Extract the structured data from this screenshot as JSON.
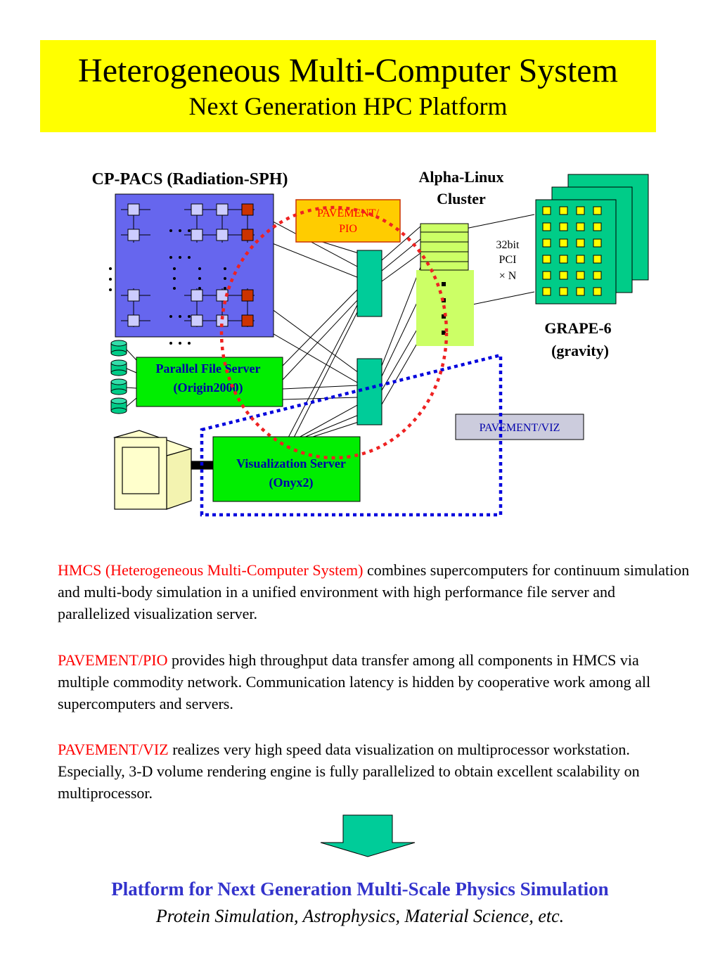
{
  "header": {
    "title": "Heterogeneous Multi-Computer System",
    "subtitle": "Next Generation HPC Platform"
  },
  "diagram": {
    "cppacs_label": "CP-PACS (Radiation-SPH)",
    "alpha_label_line1": "Alpha-Linux",
    "alpha_label_line2": "Cluster",
    "pio_line1": "PAVEMENT/",
    "pio_line2": "PIO",
    "pci_line1": "32bit",
    "pci_line2": "PCI",
    "pci_line3": "× N",
    "grape_line1": "GRAPE-6",
    "grape_line2": "(gravity)",
    "fileserver_line1": "Parallel File Server",
    "fileserver_line2": "(Origin2000)",
    "viz_line1": "Visualization Server",
    "viz_line2": "(Onyx2)",
    "pavement_viz": "PAVEMENT/VIZ",
    "dots": "・・・",
    "colors": {
      "cppacs": "#6666ee",
      "node": "#ccccff",
      "node_active": "#cc3300",
      "server": "#00ee00",
      "switch": "#00cc99",
      "pio_box": "#ffcc00",
      "cluster": "#ccff66",
      "grape": "#00cc88",
      "red_loop": "#ee2222",
      "blue_frame": "#0000dd"
    }
  },
  "paragraphs": [
    {
      "highlight": "HMCS (Heterogeneous Multi-Computer System)",
      "text": " combines supercomputers for continuum simulation and multi-body simulation in a unified environment with high performance file server and parallelized visualization server."
    },
    {
      "highlight": "PAVEMENT/PIO",
      "text": " provides high throughput data transfer among all components in HMCS via multiple commodity network. Communication latency is hidden by cooperative work among all supercomputers and servers."
    },
    {
      "highlight": "PAVEMENT/VIZ",
      "text": " realizes very high speed data visualization on multiprocessor workstation. Especially, 3-D volume rendering engine is fully parallelized to obtain excellent scalability on multiprocessor."
    }
  ],
  "footer": {
    "title": "Platform for Next Generation Multi-Scale Physics Simulation",
    "subtitle": "Protein Simulation, Astrophysics, Material Science, etc."
  }
}
